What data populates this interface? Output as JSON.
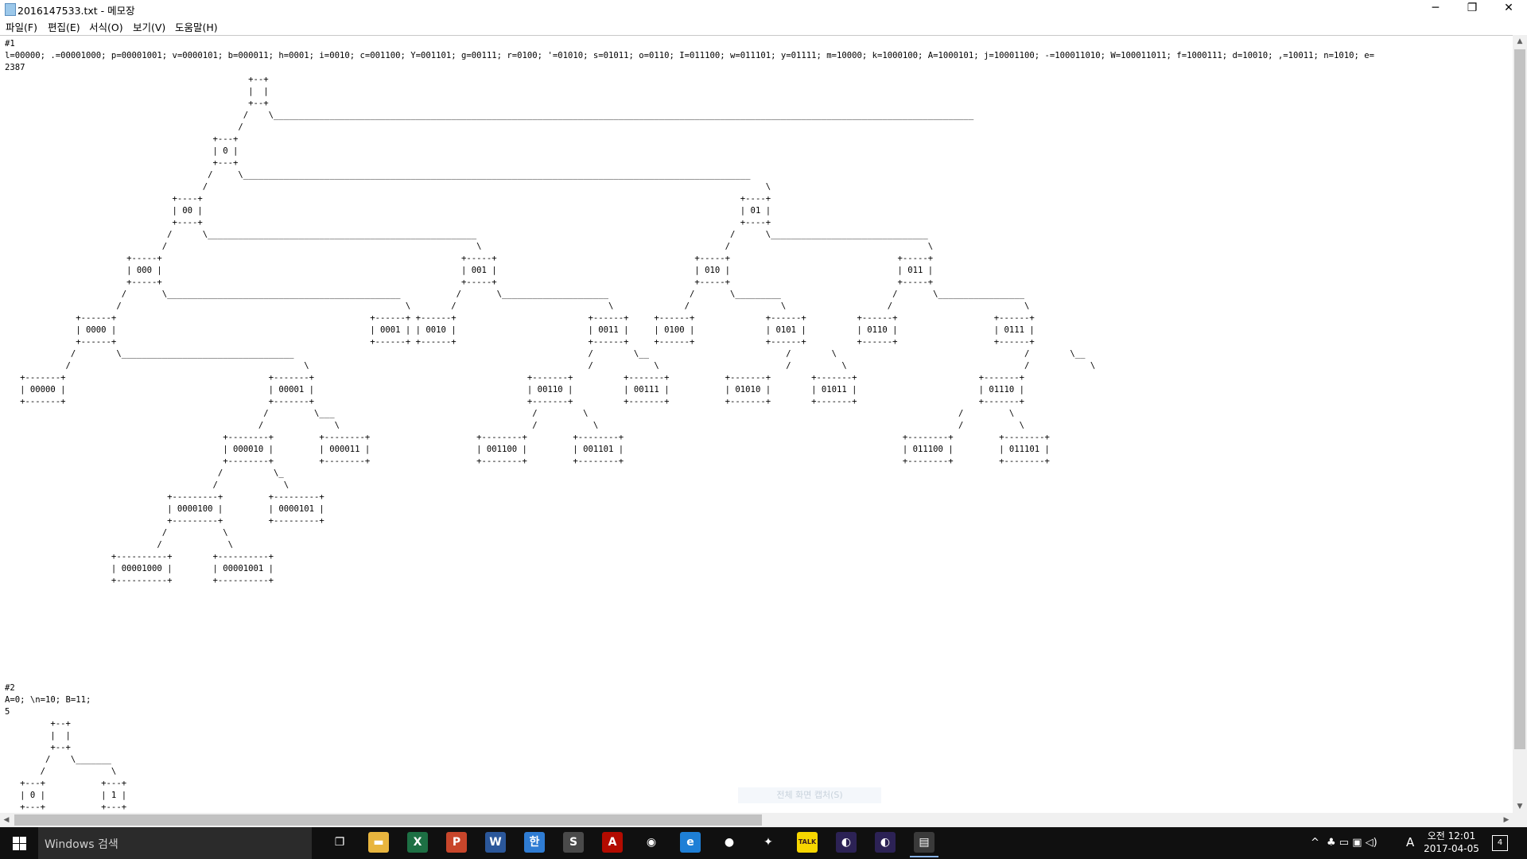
{
  "window": {
    "title": "2016147533.txt - 메모장",
    "minimize_glyph": "─",
    "maximize_glyph": "❐",
    "close_glyph": "✕"
  },
  "menu": [
    "파일(F)",
    "편집(E)",
    "서식(O)",
    "보기(V)",
    "도움말(H)"
  ],
  "document": {
    "lines": [
      "#1",
      "l=00000; .=00001000; p=00001001; v=0000101; b=000011; h=0001; i=0010; c=001100; Y=001101; g=00111; r=0100; '=01010; s=01011; o=0110; I=011100; w=011101; y=01111; m=10000; k=1000100; A=1000101; j=10001100; -=100011010; W=100011011; f=1000111; d=10010; ,=10011; n=1010; e=",
      "2387",
      "                                                +--+",
      "                                                |  |",
      "                                                +--+",
      "                                               /    \\__________________________________________________________________________________________________________________________________________",
      "                                              /",
      "                                         +---+",
      "                                         | 0 |",
      "                                         +---+",
      "                                        /     \\____________________________________________________________________________________________________",
      "                                       /                                                                                                              \\",
      "                                 +----+                                                                                                          +----+",
      "                                 | 00 |                                                                                                          | 01 |",
      "                                 +----+                                                                                                          +----+",
      "                                /      \\_____________________________________________________                                                  /      \\_______________________________",
      "                               /                                                             \\                                                /                                       \\",
      "                        +-----+                                                           +-----+                                       +-----+                                 +-----+",
      "                        | 000 |                                                           | 001 |                                       | 010 |                                 | 011 |",
      "                        +-----+                                                           +-----+                                       +-----+                                 +-----+",
      "                       /       \\______________________________________________           /       \\_____________________                /       \\_________                      /       \\_________________",
      "                      /                                                        \\        /                              \\              /                  \\                    /                          \\",
      "              +------+                                                  +------+ +------+                          +------+     +------+              +------+          +------+                   +------+",
      "              | 0000 |                                                  | 0001 | | 0010 |                          | 0011 |     | 0100 |              | 0101 |          | 0110 |                   | 0111 |",
      "              +------+                                                  +------+ +------+                          +------+     +------+              +------+          +------+                   +------+",
      "             /        \\__________________________________                                                          /        \\__                           /        \\                                     /        \\__",
      "            /                                              \\                                                       /            \\                         /          \\                                   /            \\",
      "   +-------+                                        +-------+                                          +-------+          +-------+           +-------+        +-------+                        +-------+             ",
      "   | 00000 |                                        | 00001 |                                          | 00110 |          | 00111 |           | 01010 |        | 01011 |                        | 01110 |             ",
      "   +-------+                                        +-------+                                          +-------+          +-------+           +-------+        +-------+                        +-------+             ",
      "                                                   /         \\___                                       /         \\                                                                         /         \\",
      "                                                  /              \\                                      /           \\                                                                       /           \\",
      "                                           +--------+         +--------+                     +--------+         +--------+                                                       +--------+         +--------+",
      "                                           | 000010 |         | 000011 |                     | 001100 |         | 001101 |                                                       | 011100 |         | 011101 |",
      "                                           +--------+         +--------+                     +--------+         +--------+                                                       +--------+         +--------+",
      "                                          /          \\_",
      "                                         /             \\",
      "                                +---------+         +---------+",
      "                                | 0000100 |         | 0000101 |",
      "                                +---------+         +---------+",
      "                               /           \\",
      "                              /             \\",
      "                     +----------+        +----------+",
      "                     | 00001000 |        | 00001001 |",
      "                     +----------+        +----------+",
      "",
      "",
      "",
      "",
      "",
      "",
      "",
      "",
      "#2",
      "A=0; \\n=10; B=11;",
      "5",
      "         +--+",
      "         |  |",
      "         +--+",
      "        /    \\_______",
      "       /             \\",
      "   +---+           +---+",
      "   | 0 |           | 1 |",
      "   +---+           +---+"
    ]
  },
  "scrollbar_glyphs": {
    "up": "▲",
    "down": "▼",
    "left": "◀",
    "right": "▶"
  },
  "ghost_tooltip": "전체 화면 캡처(S)",
  "taskbar": {
    "search_placeholder": "Windows 검색",
    "apps": [
      {
        "name": "task-view",
        "glyph": "❐",
        "color": "#101010"
      },
      {
        "name": "file-explorer",
        "glyph": "▬",
        "color": "#e8b53e"
      },
      {
        "name": "excel",
        "glyph": "X",
        "color": "#1d7044"
      },
      {
        "name": "powerpoint",
        "glyph": "P",
        "color": "#c8462b"
      },
      {
        "name": "word",
        "glyph": "W",
        "color": "#2b579a"
      },
      {
        "name": "hangul",
        "glyph": "한",
        "color": "#2f7cd3"
      },
      {
        "name": "sublime-text",
        "glyph": "S",
        "color": "#4a4a4a"
      },
      {
        "name": "acrobat",
        "glyph": "A",
        "color": "#b30b00"
      },
      {
        "name": "line-app",
        "glyph": "◉",
        "color": "#101010"
      },
      {
        "name": "internet-explorer",
        "glyph": "e",
        "color": "#1e7fd6"
      },
      {
        "name": "chrome",
        "glyph": "●",
        "color": "#101010"
      },
      {
        "name": "messenger",
        "glyph": "✦",
        "color": "#101010"
      },
      {
        "name": "kakaotalk",
        "glyph": "TALK",
        "color": "#f7d600"
      },
      {
        "name": "eclipse-1",
        "glyph": "◐",
        "color": "#2c2255"
      },
      {
        "name": "eclipse-2",
        "glyph": "◐",
        "color": "#2c2255"
      },
      {
        "name": "notepad",
        "glyph": "▤",
        "color": "#3a3a3a"
      }
    ],
    "active_app": "notepad",
    "tray_expand_glyph": "^",
    "tray_icons": "♣ ▭ ▣ ◁)",
    "ime_indicator": "A",
    "clock_time": "오전 12:01",
    "clock_date": "2017-04-05",
    "notification_count": "4"
  }
}
